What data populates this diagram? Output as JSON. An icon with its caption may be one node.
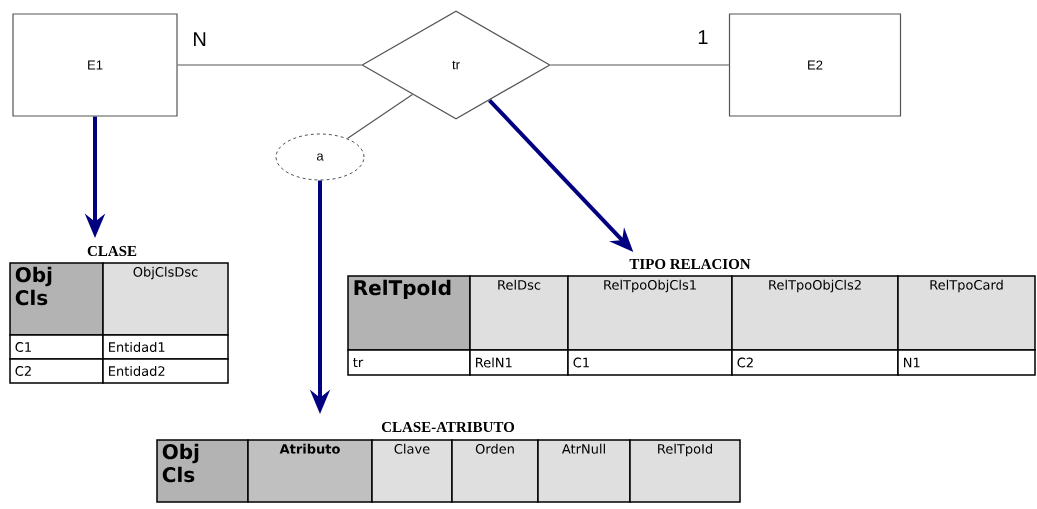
{
  "diagram": {
    "nodes": [
      {
        "text": [
          "E1"
        ]
      },
      {
        "text": [
          "tr"
        ]
      },
      {
        "text": [
          "E2"
        ]
      },
      {
        "text": [
          "a"
        ]
      },
      {
        "text": [
          "CLASE",
          "Obj Cls",
          "ObjClsDsc",
          "C1",
          "Entidad1",
          "C2",
          "Entidad2"
        ]
      },
      {
        "text": [
          "TIPO RELACION",
          "RelTpoId",
          "RelDsc",
          "RelTpoObjCls1",
          "RelTpoObjCls2",
          "RelTpoCard",
          "tr",
          "RelN1",
          "C1",
          "C2",
          "N1"
        ]
      },
      {
        "text": [
          "CLASE-ATRIBUTO",
          "Obj Cls",
          "Atributo",
          "Clave",
          "Orden",
          "AtrNull",
          "RelTpoId"
        ]
      }
    ],
    "edges": [
      {
        "from": 0,
        "to": 1,
        "arrow": "none",
        "label": "N"
      },
      {
        "from": 1,
        "to": 2,
        "arrow": "none",
        "label": "1"
      },
      {
        "from": 1,
        "to": 3,
        "arrow": "none"
      },
      {
        "from": 0,
        "to": 4,
        "arrow": "to",
        "style": "thick",
        "color": "#000080"
      },
      {
        "from": 1,
        "to": 5,
        "arrow": "to",
        "style": "thick",
        "color": "#000080"
      },
      {
        "from": 3,
        "to": 6,
        "arrow": "to",
        "style": "thick",
        "color": "#000080"
      }
    ]
  }
}
